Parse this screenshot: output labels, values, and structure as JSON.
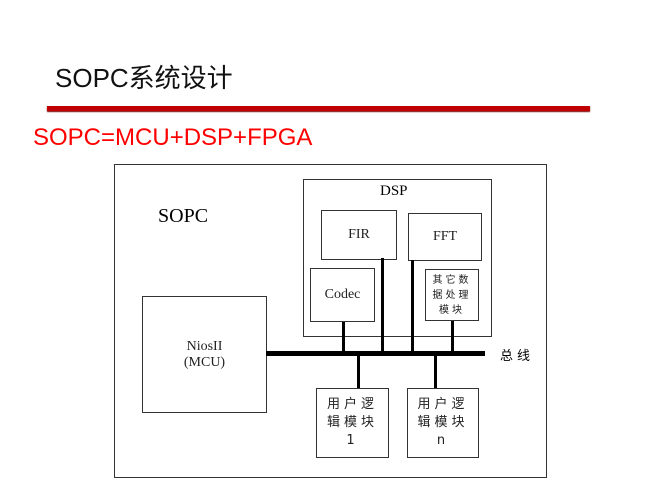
{
  "slide": {
    "title": "SOPC系统设计",
    "subtitle": "SOPC=MCU+DSP+FPGA"
  },
  "diagram": {
    "sopc_label": "SOPC",
    "dsp_label": "DSP",
    "fir": "FIR",
    "fft": "FFT",
    "codec": "Codec",
    "other": "其它数据处理模块",
    "nios": "NiosII",
    "mcu": "(MCU)",
    "bus": "总线",
    "user1": "用户逻辑模块1",
    "usern": "用户逻辑模块n"
  }
}
